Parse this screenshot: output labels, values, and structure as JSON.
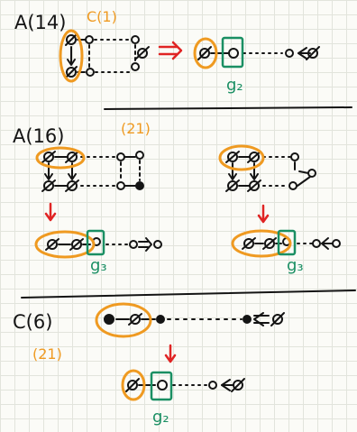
{
  "labels": {
    "s1_title": "A(14)",
    "s1_note": "C(1)",
    "s2_title": "A(16)",
    "s2_note": "(21)",
    "s3_title": "C(6)",
    "s3_note": "(21)"
  },
  "tags": {
    "s1_box": "g₂",
    "s2_left_box": "g₃",
    "s2_right_box": "g₃",
    "s3_box": "g₂"
  },
  "colors": {
    "ink": "#141414",
    "orange": "#ef9a21",
    "red": "#e02424",
    "green": "#1a8f63",
    "paper": "#fbfbf7"
  }
}
